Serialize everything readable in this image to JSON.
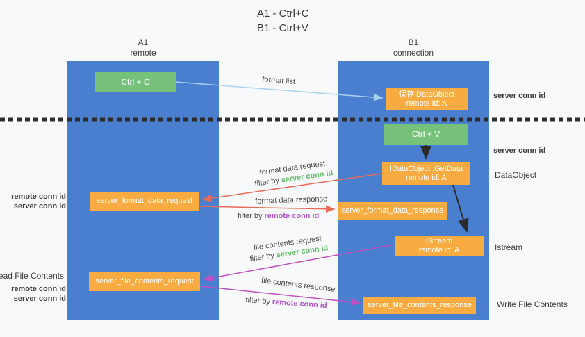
{
  "title": {
    "line1": "A1 - Ctrl+C",
    "line2": "B1 - Ctrl+V"
  },
  "lanes": {
    "a1": {
      "name": "A1",
      "subtitle": "remote"
    },
    "b1": {
      "name": "B1",
      "subtitle": "connection"
    }
  },
  "nodes": {
    "ctrl_c": {
      "label": "Ctrl + C"
    },
    "ctrl_v": {
      "label": "Ctrl + V"
    },
    "save_dataobject": {
      "line1": "保存IDataObject",
      "line2": "remote id: A"
    },
    "getdata": {
      "line1": "IDataObject::GetData",
      "line2": "remote id: A"
    },
    "istream": {
      "line1": "IStream",
      "line2": "remote id: A"
    },
    "format_request": {
      "label": "server_format_data_request"
    },
    "format_response": {
      "label": "server_format_data_response"
    },
    "file_request": {
      "label": "server_file_contents_request"
    },
    "file_response": {
      "label": "server_file_contents_response"
    }
  },
  "arrow_labels": {
    "format_list": "format list",
    "format_data_request": "format data request",
    "format_data_response": "format data response",
    "file_contents_request": "file contents request",
    "file_contents_response": "file contents response",
    "filter_by": "filter by",
    "server_conn_id": "server conn id",
    "remote_conn_id": "remote conn id"
  },
  "side_labels": {
    "server_conn_id": "server conn id",
    "remote_conn_id": "remote conn id",
    "dataobject": "DataObject",
    "istream": "Istream",
    "read_file_contents": "Read File Contents",
    "write_file_contents": "Write File Contents"
  },
  "colors": {
    "lane_blue": "#4a7fd0",
    "node_green": "#77c27b",
    "node_orange": "#f7ab40",
    "arrow_red": "#e86a58",
    "arrow_magenta": "#c14fc1",
    "arrow_lightblue": "#a9d2f0",
    "arrow_black": "#2b2b2b",
    "text_green": "#61bd66",
    "text_purple": "#b052c8",
    "background": "#f8f9fa"
  }
}
